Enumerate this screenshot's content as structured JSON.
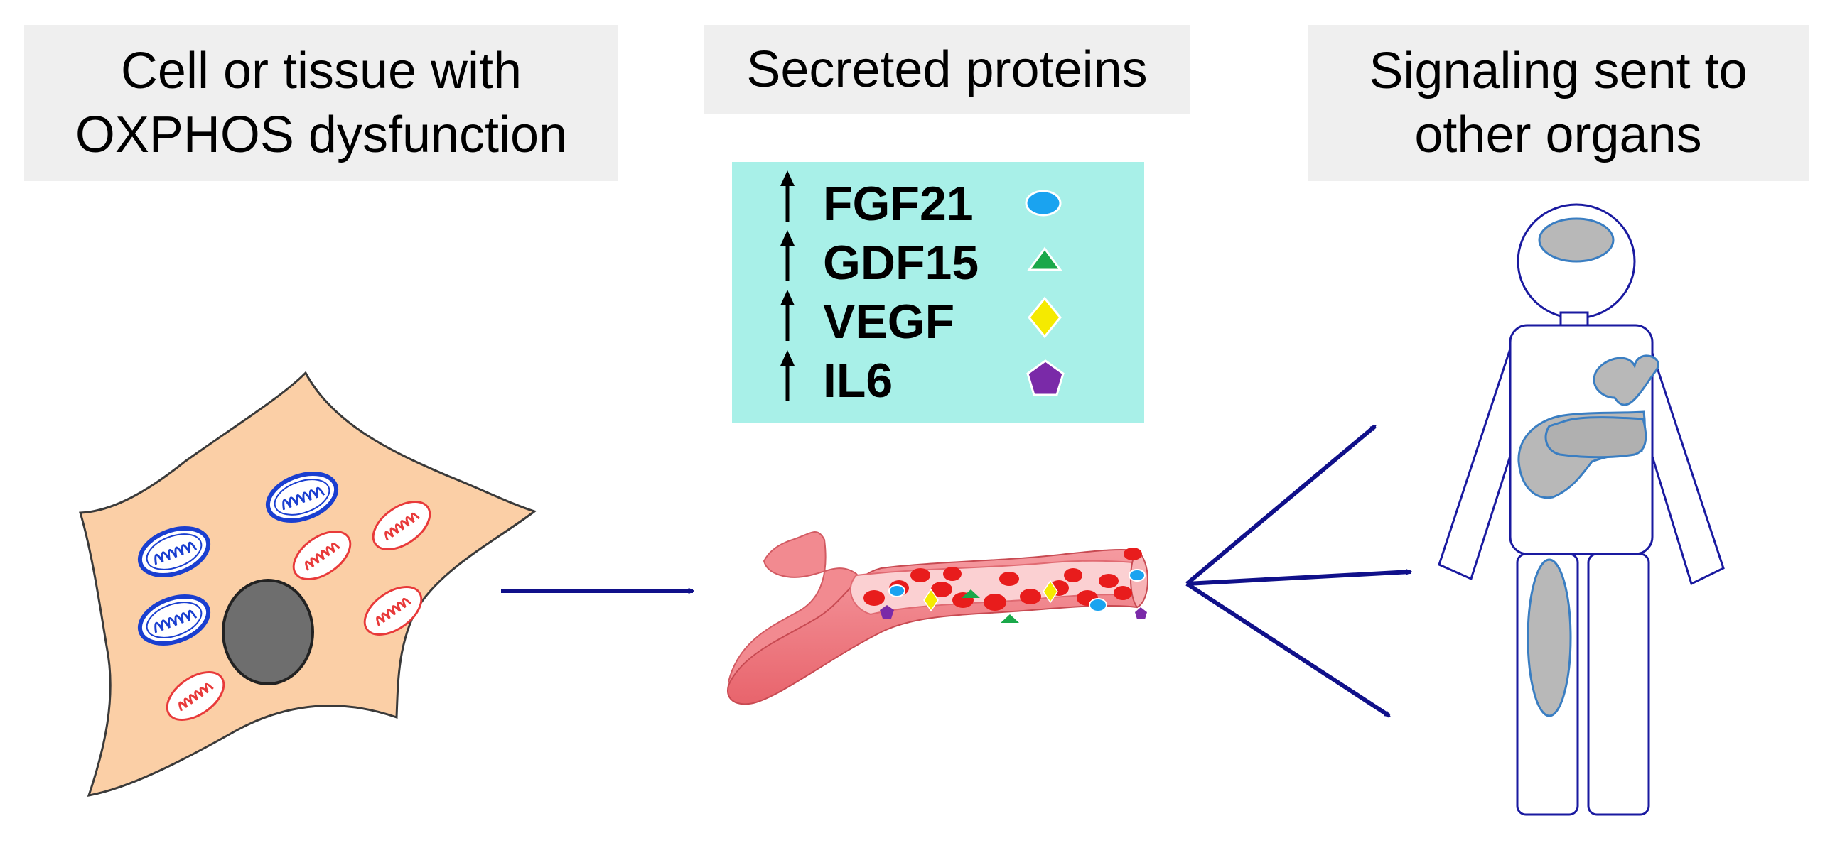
{
  "headers": {
    "cell": {
      "line1": "Cell or tissue with",
      "line2": "OXPHOS dysfunction"
    },
    "secreted": {
      "line1": "Secreted proteins"
    },
    "signaling": {
      "line1": "Signaling sent to",
      "line2": "other organs"
    }
  },
  "legend": {
    "background_color": "#a8f0e8",
    "items": [
      {
        "label": "FGF21",
        "symbol": "ellipse-icon",
        "color": "#1aa3f0",
        "direction": "up"
      },
      {
        "label": "GDF15",
        "symbol": "triangle-icon",
        "color": "#1aa84a",
        "direction": "up"
      },
      {
        "label": "VEGF",
        "symbol": "diamond-icon",
        "color": "#f5ea00",
        "direction": "up"
      },
      {
        "label": "IL6",
        "symbol": "pentagon-icon",
        "color": "#7a2aa8",
        "direction": "up"
      }
    ]
  },
  "colors": {
    "arrow": "#10108a",
    "cell_fill": "#fbcfa6",
    "nucleus": "#6e6e6e",
    "healthy_mito": "#1a3fd0",
    "dysfunctional_mito": "#e83a3a",
    "vessel": "#f07f86",
    "red_cell": "#e81c1c",
    "organ_fill": "#b8b8b8",
    "body_outline": "#1a1aa0"
  }
}
